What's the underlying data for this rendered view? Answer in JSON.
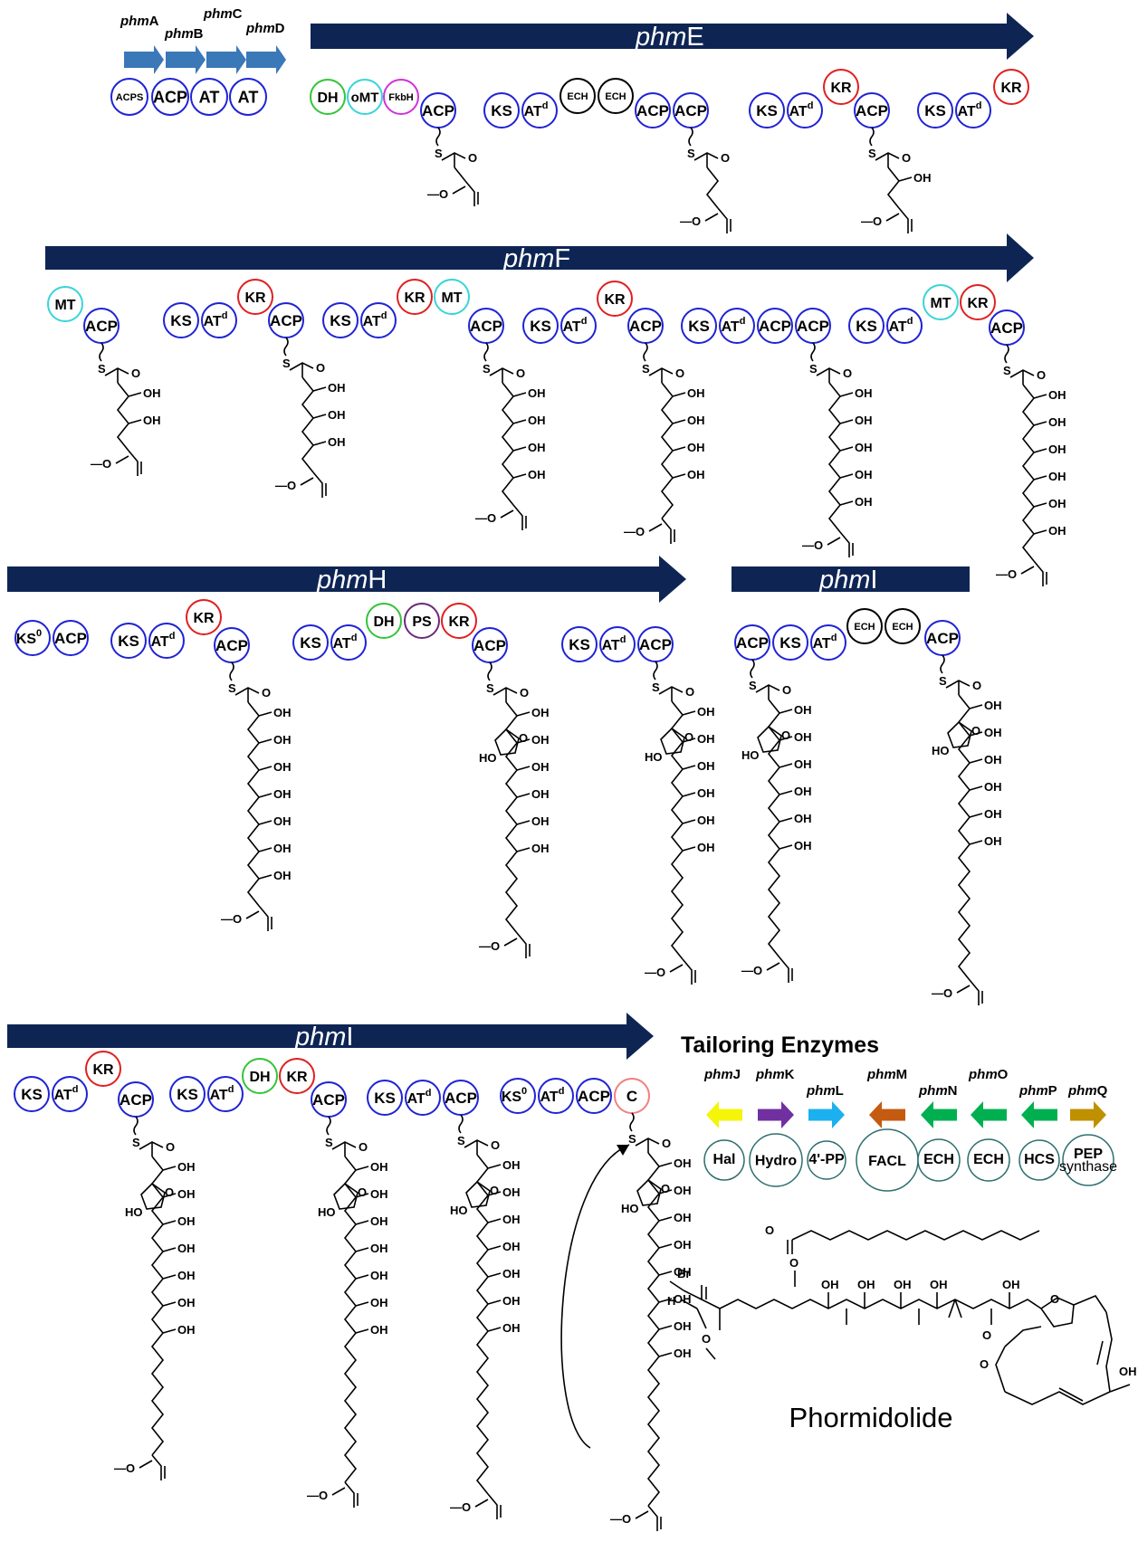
{
  "colors": {
    "module_bar": "#0e2554",
    "small_arrow": "#3a78b8",
    "domain_default": "#1f23d4",
    "domain_dh": "#33c43a",
    "domain_omt": "#38d4d8",
    "domain_fkbh": "#d330d8",
    "domain_kr": "#e02020",
    "domain_mt": "#38d4d8",
    "domain_ech": "#000000",
    "domain_ps": "#6a2a7a",
    "domain_c": "#f08080",
    "tailoring_circle": "#2f6f6f",
    "phmJ": "#f5f50a",
    "phmK": "#7030a0",
    "phmL": "#1cb0ef",
    "phmM": "#c55a11",
    "phmN": "#00b050",
    "phmO": "#00b050",
    "phmP": "#00b050",
    "phmQ": "#bf9000"
  },
  "small_genes": [
    {
      "italic": "phm",
      "upright": "A"
    },
    {
      "italic": "phm",
      "upright": "B"
    },
    {
      "italic": "phm",
      "upright": "C"
    },
    {
      "italic": "phm",
      "upright": "D"
    }
  ],
  "modules": {
    "phmE": {
      "italic": "phm",
      "upright": "E"
    },
    "phmF": {
      "italic": "phm",
      "upright": "F"
    },
    "phmH": {
      "italic": "phm",
      "upright": "H"
    },
    "phmI_a": {
      "italic": "phm",
      "upright": "I"
    },
    "phmI_b": {
      "italic": "phm",
      "upright": "I"
    }
  },
  "domains": {
    "ACPS": "ACPS",
    "ACP": "ACP",
    "AT": "AT",
    "DH": "DH",
    "oMT": "oMT",
    "FkbH": "FkbH",
    "KS": "KS",
    "ECH": "ECH",
    "KR": "KR",
    "MT": "MT",
    "PS": "PS",
    "C": "C",
    "d": "d",
    "zero": "0"
  },
  "atoms": {
    "S": "S",
    "O": "O",
    "OH": "OH",
    "HO": "HO",
    "Br": "Br",
    "H": "H"
  },
  "tailoring": {
    "title": "Tailoring Enzymes",
    "genes": [
      {
        "italic": "phm",
        "upright": "J",
        "enzyme": "Hal"
      },
      {
        "italic": "phm",
        "upright": "K",
        "enzyme": "Hydro"
      },
      {
        "italic": "phm",
        "upright": "L",
        "enzyme": "4'-PP"
      },
      {
        "italic": "phm",
        "upright": "M",
        "enzyme": "FACL"
      },
      {
        "italic": "phm",
        "upright": "N",
        "enzyme": "ECH"
      },
      {
        "italic": "phm",
        "upright": "O",
        "enzyme": "ECH"
      },
      {
        "italic": "phm",
        "upright": "P",
        "enzyme": "HCS"
      },
      {
        "italic": "phm",
        "upright": "Q",
        "enzyme": "PEP",
        "enzyme2": "synthase"
      }
    ]
  },
  "product_name": "Phormidolide"
}
